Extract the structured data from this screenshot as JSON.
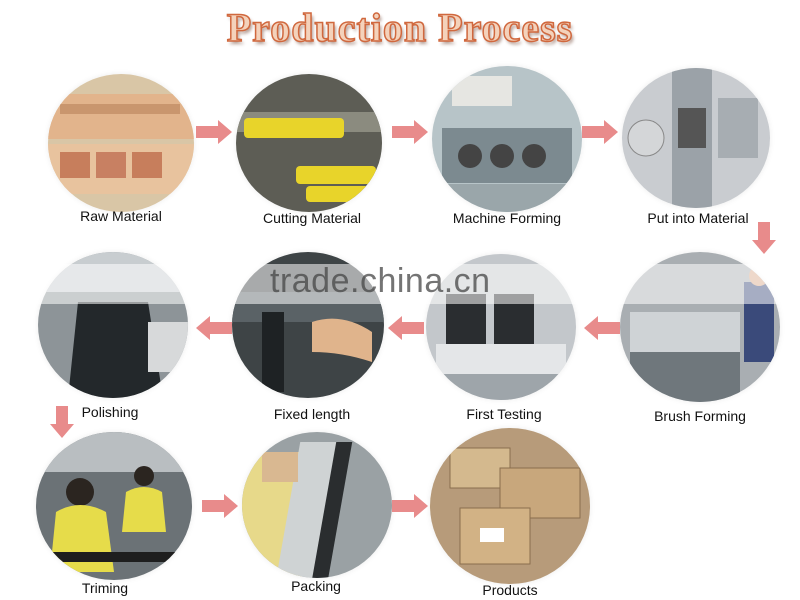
{
  "title": "Production Process",
  "watermark": "trade.china.cn",
  "steps": [
    {
      "label": "Raw Material"
    },
    {
      "label": "Cutting Material"
    },
    {
      "label": "Machine Forming"
    },
    {
      "label": "Put into Material"
    },
    {
      "label": "Brush Forming"
    },
    {
      "label": "First Testing"
    },
    {
      "label": "Fixed length"
    },
    {
      "label": "Polishing"
    },
    {
      "label": "Triming"
    },
    {
      "label": "Packing"
    },
    {
      "label": "Products"
    }
  ],
  "colors": {
    "arrow": "#e88b8b",
    "title_fill": "#f4d2bb",
    "title_stroke": "#d0683e"
  }
}
